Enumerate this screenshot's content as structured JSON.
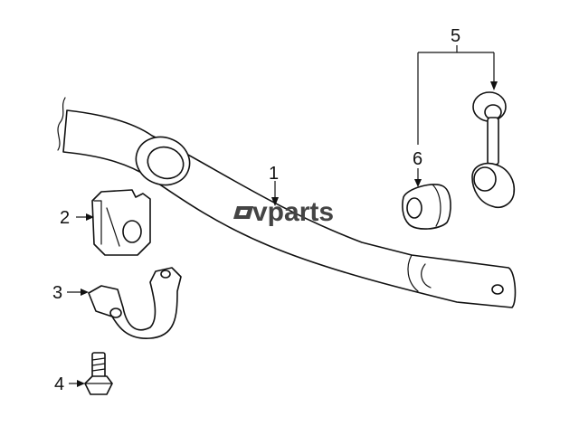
{
  "watermark": {
    "text": "vparts",
    "color": "#444444"
  },
  "callouts": [
    {
      "number": "1",
      "part": "stabilizer-bar"
    },
    {
      "number": "2",
      "part": "bushing"
    },
    {
      "number": "3",
      "part": "bracket"
    },
    {
      "number": "4",
      "part": "bolt"
    },
    {
      "number": "5",
      "part": "link-assembly"
    },
    {
      "number": "6",
      "part": "link-bushing"
    }
  ],
  "colors": {
    "line": "#111111",
    "background": "#ffffff"
  }
}
